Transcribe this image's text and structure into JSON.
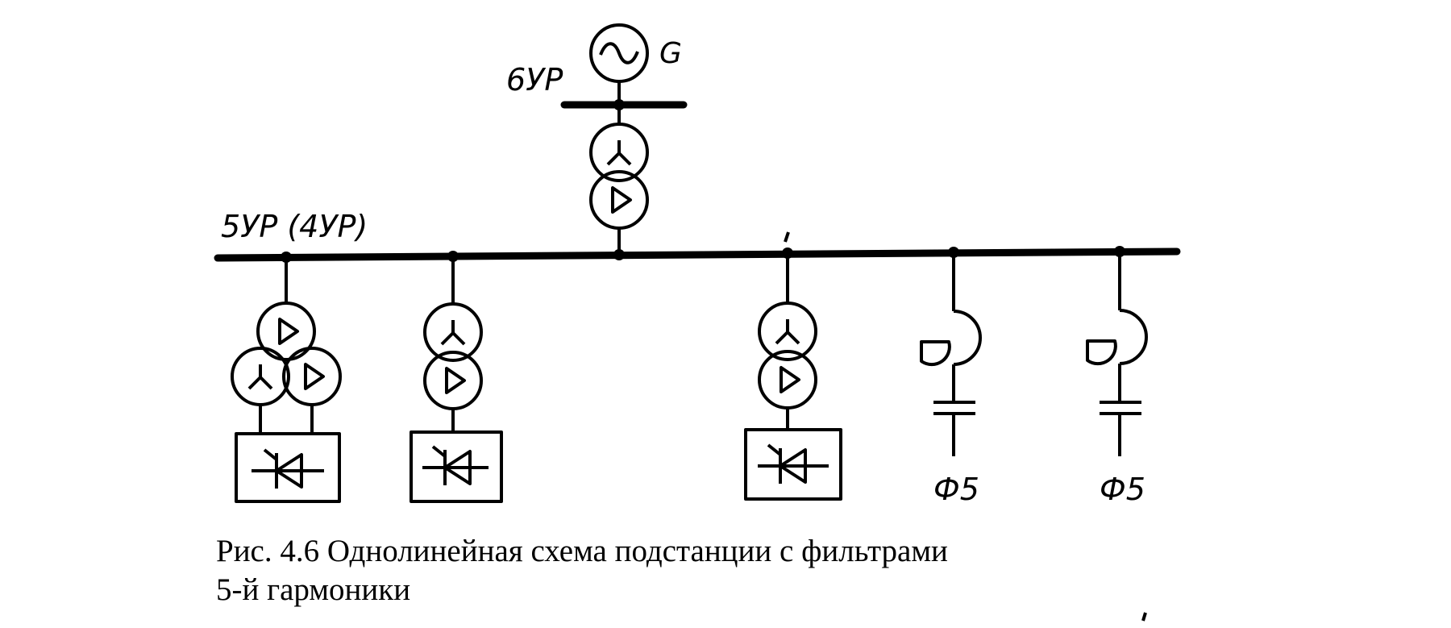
{
  "labels": {
    "top_bus": "6УР",
    "generator": "G",
    "main_bus": "5УР (4УР)",
    "filter_1": "Ф5",
    "filter_2": "Ф5"
  },
  "caption": {
    "line1": "Рис. 4.6  Однолинейная схема подстанции с фильтрами",
    "line2": "5-й гармоники"
  }
}
